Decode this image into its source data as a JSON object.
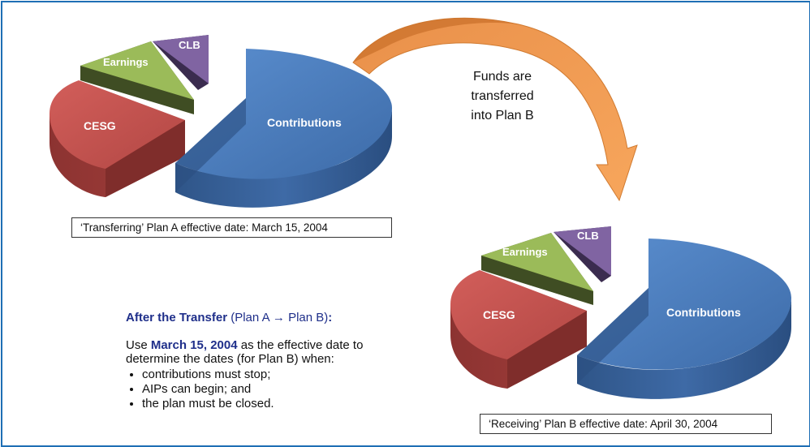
{
  "colors": {
    "frame": "#1f6fb5",
    "contributions": "#4f81bd",
    "cesg": "#c0504d",
    "earnings": "#9bbb59",
    "clb": "#8064a2",
    "arrow": "#f79646",
    "heading": "#1f2f8a"
  },
  "plan_a": {
    "slices": {
      "contributions": "Contributions",
      "cesg": "CESG",
      "earnings": "Earnings",
      "clb": "CLB"
    },
    "caption": "‘Transferring’ Plan A effective date: March 15, 2004"
  },
  "plan_b": {
    "slices": {
      "contributions": "Contributions",
      "cesg": "CESG",
      "earnings": "Earnings",
      "clb": "CLB"
    },
    "caption": "‘Receiving’ Plan B effective date: April 30, 2004"
  },
  "transfer_arrow": {
    "text_lines": [
      "Funds are",
      "transferred",
      "into Plan B"
    ],
    "icon": "curved-arrow-icon"
  },
  "note": {
    "heading_bold": "After the Transfer",
    "heading_paren": "(Plan A → Plan B)",
    "heading_colon": ":",
    "para_prefix": "Use ",
    "para_date": "March 15, 2004",
    "para_suffix": " as the effective date to determine the dates (for Plan B) when:",
    "bullets": [
      "contributions must stop;",
      "AIPs can begin; and",
      "the plan must be closed."
    ]
  }
}
